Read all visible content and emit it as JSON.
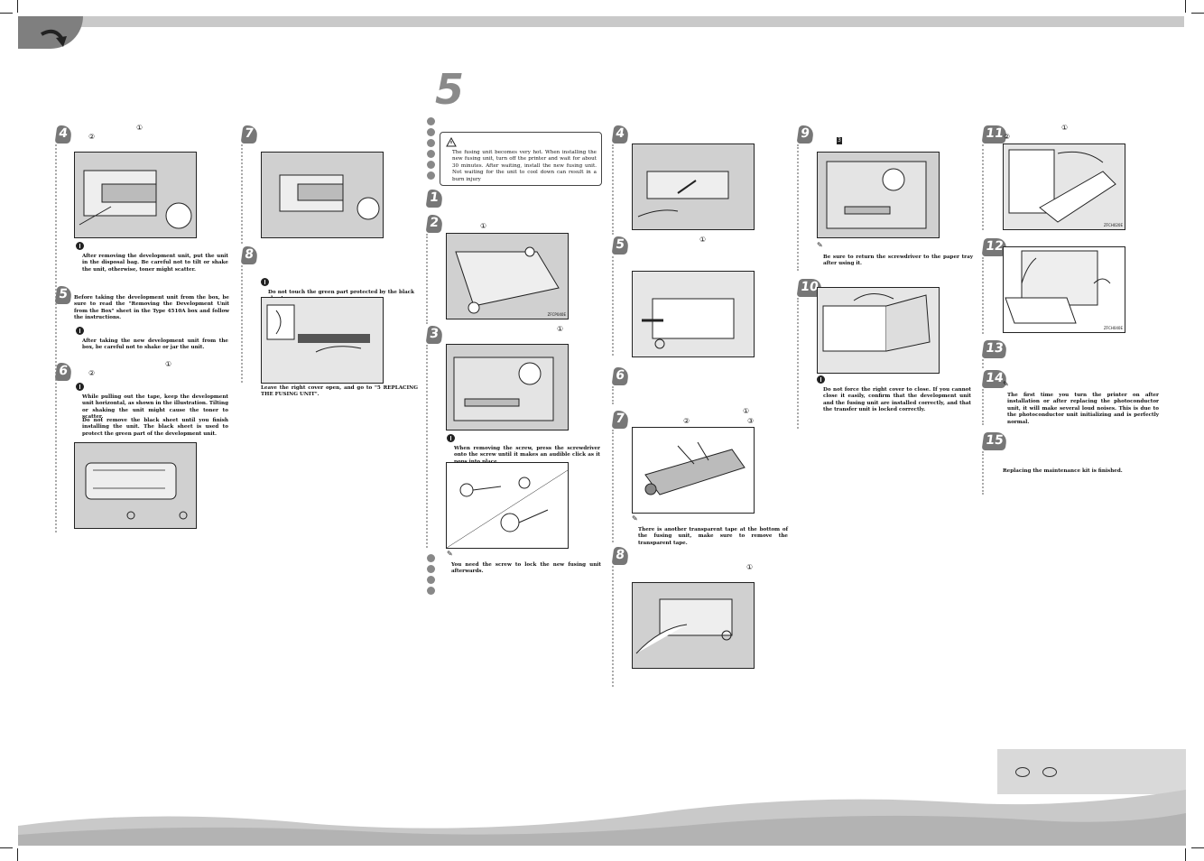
{
  "section_number": "5",
  "columns": [
    {
      "steps": [
        {
          "number": "4",
          "marks": [
            "①",
            "②"
          ]
        },
        {
          "number": "5",
          "text": "Before taking the development unit from the box, be sure to read the \"Removing the Development Unit from the Box\" sheet in the Type 4510A box and follow the instructions."
        },
        {
          "number": "6",
          "marks": [
            "①",
            "②"
          ]
        }
      ],
      "notes": {
        "step4": "After removing the development unit, put the unit in the disposal bag. Be careful not to tilt or shake the unit, otherwise, toner might scatter.",
        "step5": "After taking the new development unit from the box, be careful not to shake or jar the unit.",
        "step6a": "While pulling out the tape, keep the development unit horizontal, as shown in the illustration. Tilting or shaking the unit might cause the toner to scatter.",
        "step6b": "Do not remove the black sheet until you finish installing the unit. The black sheet is used to protect the green part of the development unit."
      }
    },
    {
      "steps": [
        {
          "number": "7"
        },
        {
          "number": "8"
        }
      ],
      "notes": {
        "step8": "Do not touch the green part protected by the black sheet.",
        "leave": "Leave the right cover open, and go to \"5 REPLACING THE FUSING UNIT\"."
      }
    },
    {
      "caution": "The fusing unit becomes very hot. When installing the new fusing unit, turn off the printer and wait for about 30 minutes. After waiting, install the new fusing unit. Not waiting for the unit to cool down can result in a burn injury",
      "steps": [
        {
          "number": "1"
        },
        {
          "number": "2",
          "marks": [
            "①"
          ]
        },
        {
          "number": "3",
          "marks": [
            "①"
          ]
        }
      ],
      "notes": {
        "step3": "When removing the screw, press the screwdriver onto the screw until it makes an audible click as it pops into place.",
        "pencil": "You need the screw to lock the new fusing unit afterwards."
      },
      "fig_codes": [
        "ZFCP040E"
      ]
    },
    {
      "steps": [
        {
          "number": "4"
        },
        {
          "number": "5",
          "marks": [
            "①"
          ]
        },
        {
          "number": "6"
        },
        {
          "number": "7",
          "marks": [
            "①",
            "②",
            "③"
          ]
        },
        {
          "number": "8",
          "marks": [
            "①"
          ]
        }
      ],
      "notes": {
        "pencil": "There is another transparent tape at the bottom of the fusing unit, make sure to remove the transparent tape."
      }
    },
    {
      "steps": [
        {
          "number": "9",
          "marks": [
            "3"
          ]
        },
        {
          "number": "10"
        }
      ],
      "notes": {
        "pencil": "Be sure to return the screwdriver to the paper tray after using it.",
        "step10": "Do not force the right cover to close. If you cannot close it easily, confirm that the development unit and the fusing unit are installed correctly, and that the transfer unit is locked correctly."
      }
    },
    {
      "steps": [
        {
          "number": "11",
          "marks": [
            "①",
            "②"
          ]
        },
        {
          "number": "12"
        },
        {
          "number": "13"
        },
        {
          "number": "14"
        },
        {
          "number": "15"
        }
      ],
      "notes": {
        "pencil": "The first time you turn the printer on after installation or after replacing the photoconductor unit, it will make several loud noises. This is due to the photoconductor unit initializing and is perfectly normal.",
        "finished": "Replacing the maintenance kit is finished."
      },
      "fig_codes": [
        "ZFCH020E",
        "ZFCH040E"
      ]
    }
  ]
}
